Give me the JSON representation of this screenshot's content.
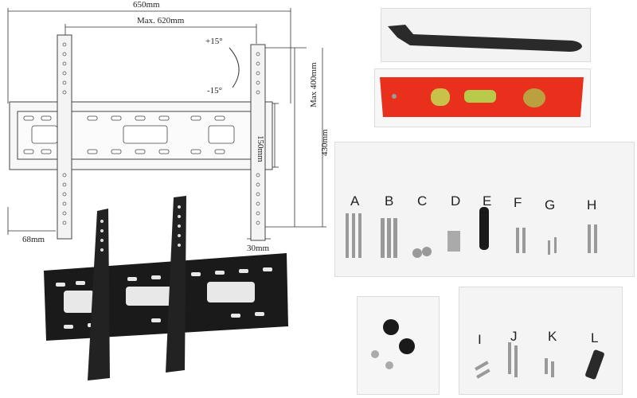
{
  "diagram": {
    "width_label": "650mm",
    "max_width_label": "Max. 620mm",
    "tilt_up_label": "+15°",
    "tilt_down_label": "-15°",
    "spacing_label": "150mm",
    "max_height_label": "Max 400mm",
    "height_label": "430mm",
    "depth_label": "68mm",
    "gap_label": "30mm"
  },
  "parts": {
    "letters": [
      "A",
      "B",
      "C",
      "D",
      "E",
      "F",
      "G",
      "H"
    ],
    "letters_bottom": [
      "I",
      "J",
      "K",
      "L"
    ]
  },
  "colors": {
    "level_body": "#e8301c",
    "bracket_black": "#1a1a1a",
    "strap": "#2a2a2a"
  }
}
